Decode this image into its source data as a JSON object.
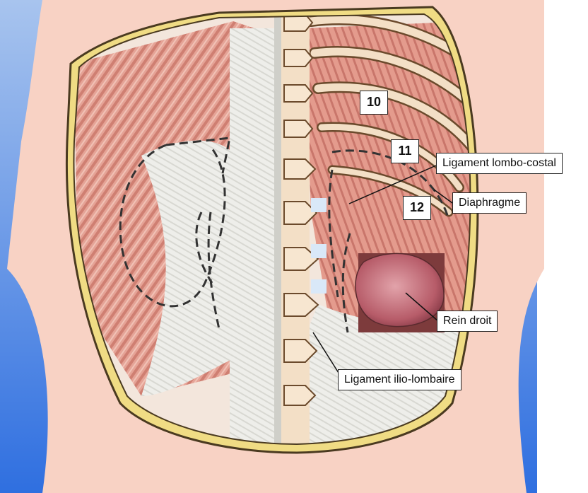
{
  "figure": {
    "rib_numbers": [
      "10",
      "11",
      "12"
    ],
    "labels": {
      "ligament_lombo_costal": "Ligament lombo-costal",
      "diaphragme": "Diaphragme",
      "rein_droit": "Rein droit",
      "ligament_ilio_lombaire": "Ligament ilio-lombaire"
    }
  },
  "colors": {
    "background_gradient_top": "#a8c4ee",
    "background_gradient_bottom": "#2f6fe0",
    "skin": "#f8d2c4",
    "frame_yellow": "#f0dc84",
    "muscle_red": "#e39a8e",
    "tendon_white": "#efefed",
    "bone": "#f3dfc6",
    "kidney": "#c9727c"
  }
}
